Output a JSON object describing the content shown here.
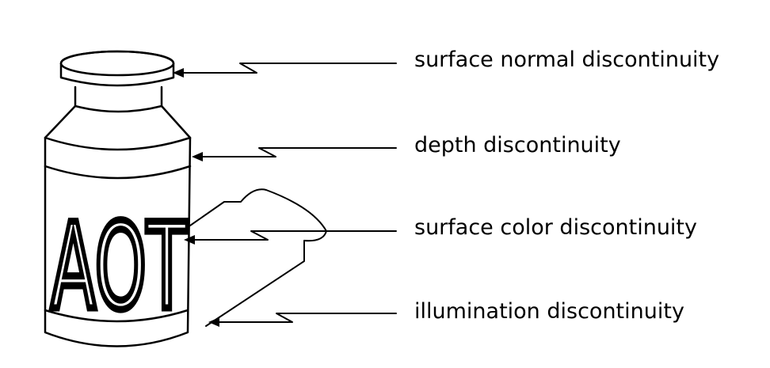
{
  "diagram": {
    "bottle_text": "AOT",
    "labels": [
      "surface normal discontinuity",
      "depth discontinuity",
      "surface color discontinuity",
      "illumination discontinuity"
    ],
    "colors": {
      "stroke": "#000000",
      "background": "#ffffff"
    }
  }
}
